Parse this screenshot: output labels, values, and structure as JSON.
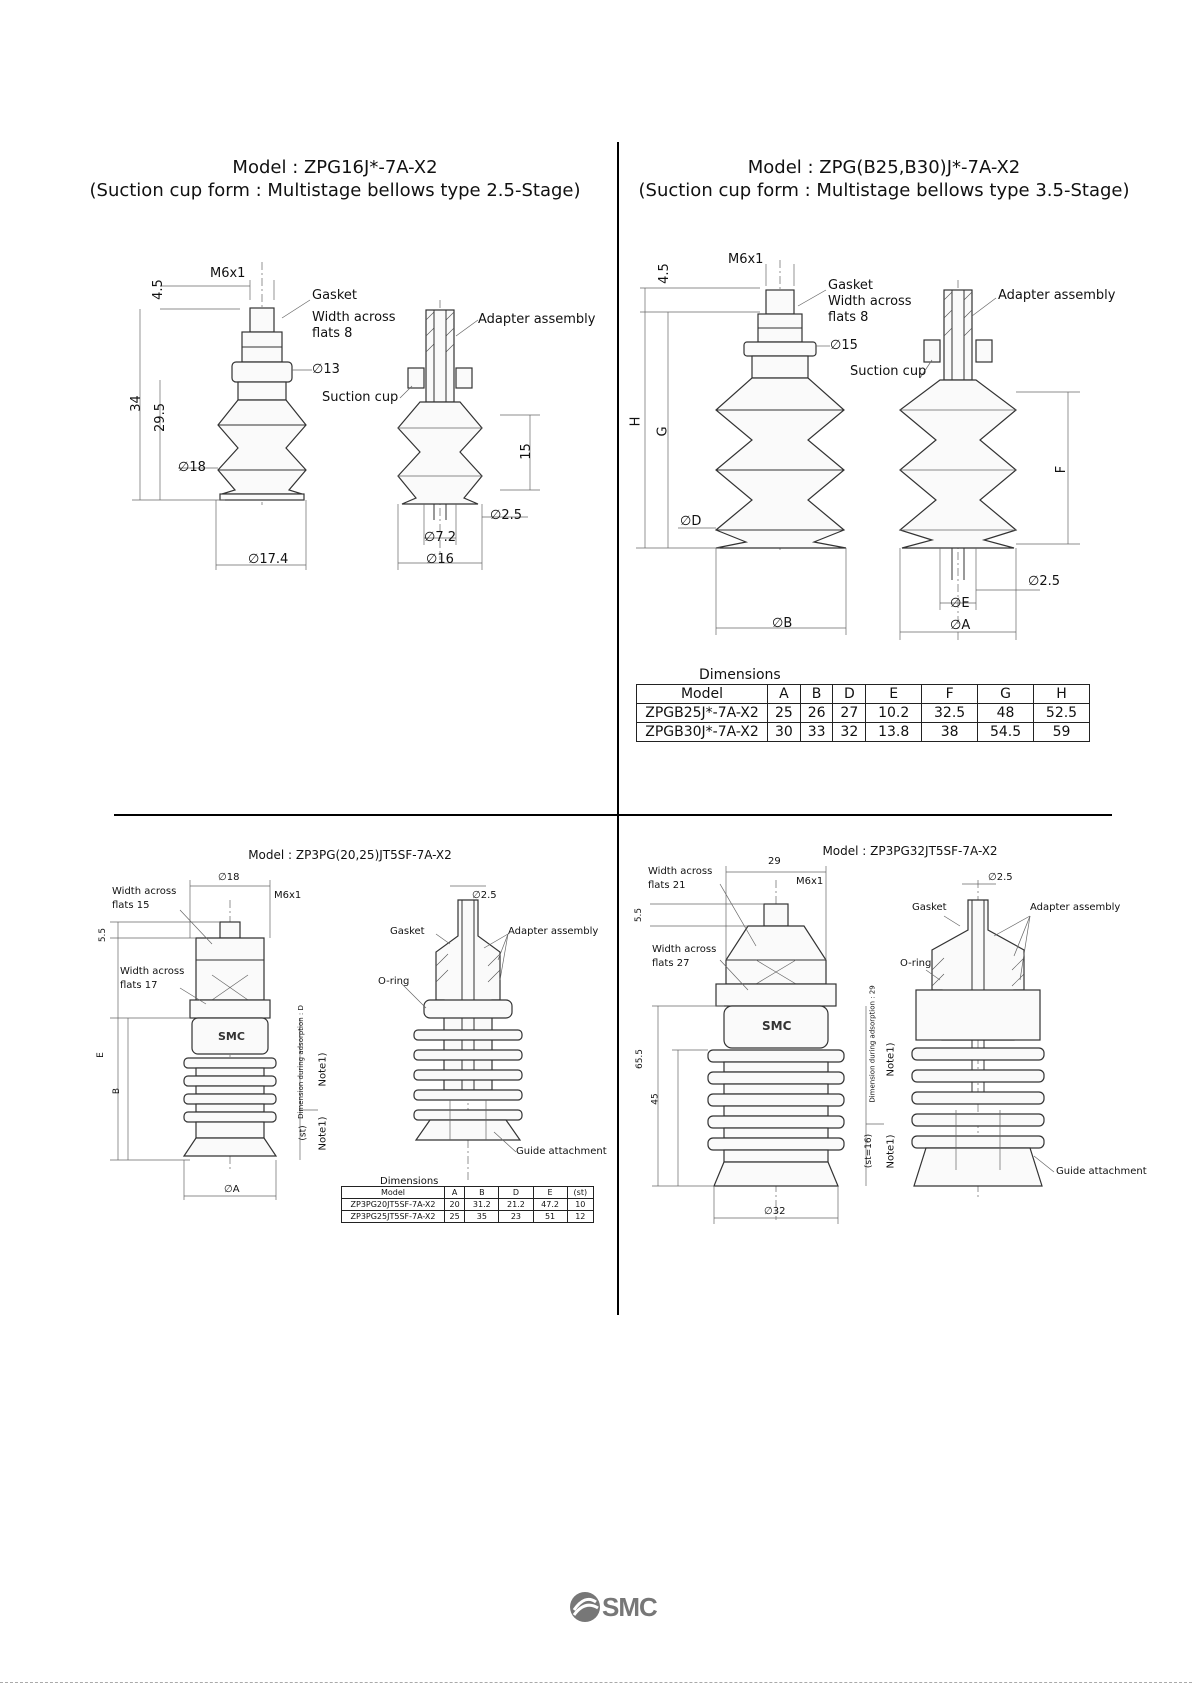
{
  "panels": {
    "top_left": {
      "title_line1": "Model : ZPG16J*-7A-X2",
      "title_line2": "(Suction cup form : Multistage bellows type 2.5-Stage)",
      "labels": {
        "m6": "M6x1",
        "gasket": "Gasket",
        "width_across": "Width across",
        "flats8": "flats 8",
        "adapter": "Adapter assembly",
        "phi13": "∅13",
        "suction_cup": "Suction cup",
        "phi18": "∅18",
        "phi25": "∅2.5",
        "phi72": "∅7.2",
        "phi16": "∅16",
        "phi174": "∅17.4",
        "d45": "4.5",
        "d34": "34",
        "d295": "29.5",
        "d15": "15"
      }
    },
    "top_right": {
      "title_line1": "Model : ZPG(B25,B30)J*-7A-X2",
      "title_line2": "(Suction cup form : Multistage bellows type 3.5-Stage)",
      "labels": {
        "m6": "M6x1",
        "gasket": "Gasket",
        "width_across": "Width across",
        "flats8": "flats 8",
        "adapter": "Adapter assembly",
        "phi15": "∅15",
        "suction_cup": "Suction cup",
        "d45": "4.5",
        "h": "H",
        "g": "G",
        "f": "F",
        "phiD": "∅D",
        "phi25": "∅2.5",
        "phiE": "∅E",
        "phiB": "∅B",
        "phiA": "∅A"
      },
      "table_title": "Dimensions",
      "table": {
        "headers": [
          "Model",
          "A",
          "B",
          "D",
          "E",
          "F",
          "G",
          "H"
        ],
        "rows": [
          [
            "ZPGB25J*-7A-X2",
            "25",
            "26",
            "27",
            "10.2",
            "32.5",
            "48",
            "52.5"
          ],
          [
            "ZPGB30J*-7A-X2",
            "30",
            "33",
            "32",
            "13.8",
            "38",
            "54.5",
            "59"
          ]
        ]
      }
    },
    "bottom_left": {
      "title": "Model : ZP3PG(20,25)JT5SF-7A-X2",
      "labels": {
        "phi18": "∅18",
        "width15_a": "Width across",
        "width15_b": "flats 15",
        "m6": "M6x1",
        "phi25": "∅2.5",
        "gasket": "Gasket",
        "adapter": "Adapter assembly",
        "oring": "O-ring",
        "width17_a": "Width across",
        "width17_b": "flats 17",
        "d55": "5.5",
        "e": "E",
        "b": "B",
        "dim_adsorption": "Dimension during adsorption : D",
        "note1a": "Note1)",
        "st": "(st)",
        "note1b": "Note1)",
        "guide": "Guide attachment",
        "phiA": "∅A",
        "logo": "SMC"
      },
      "table_title": "Dimensions",
      "table": {
        "headers": [
          "Model",
          "A",
          "B",
          "D",
          "E",
          "(st)"
        ],
        "rows": [
          [
            "ZP3PG20JT5SF-7A-X2",
            "20",
            "31.2",
            "21.2",
            "47.2",
            "10"
          ],
          [
            "ZP3PG25JT5SF-7A-X2",
            "25",
            "35",
            "23",
            "51",
            "12"
          ]
        ]
      }
    },
    "bottom_right": {
      "title": "Model : ZP3PG32JT5SF-7A-X2",
      "labels": {
        "d29": "29",
        "width21_a": "Width across",
        "width21_b": "flats 21",
        "m6": "M6x1",
        "phi25": "∅2.5",
        "gasket": "Gasket",
        "adapter": "Adapter assembly",
        "oring": "O-ring",
        "width27_a": "Width across",
        "width27_b": "flats 27",
        "d55": "5.5",
        "d655": "65.5",
        "d45": "45",
        "dim_adsorption": "Dimension during adsorption : 29",
        "note1a": "Note1)",
        "st16": "(st=16)",
        "note1b": "Note1)",
        "guide": "Guide attachment",
        "phi32": "∅32",
        "logo": "SMC"
      }
    }
  },
  "footer_logo": "SMC"
}
